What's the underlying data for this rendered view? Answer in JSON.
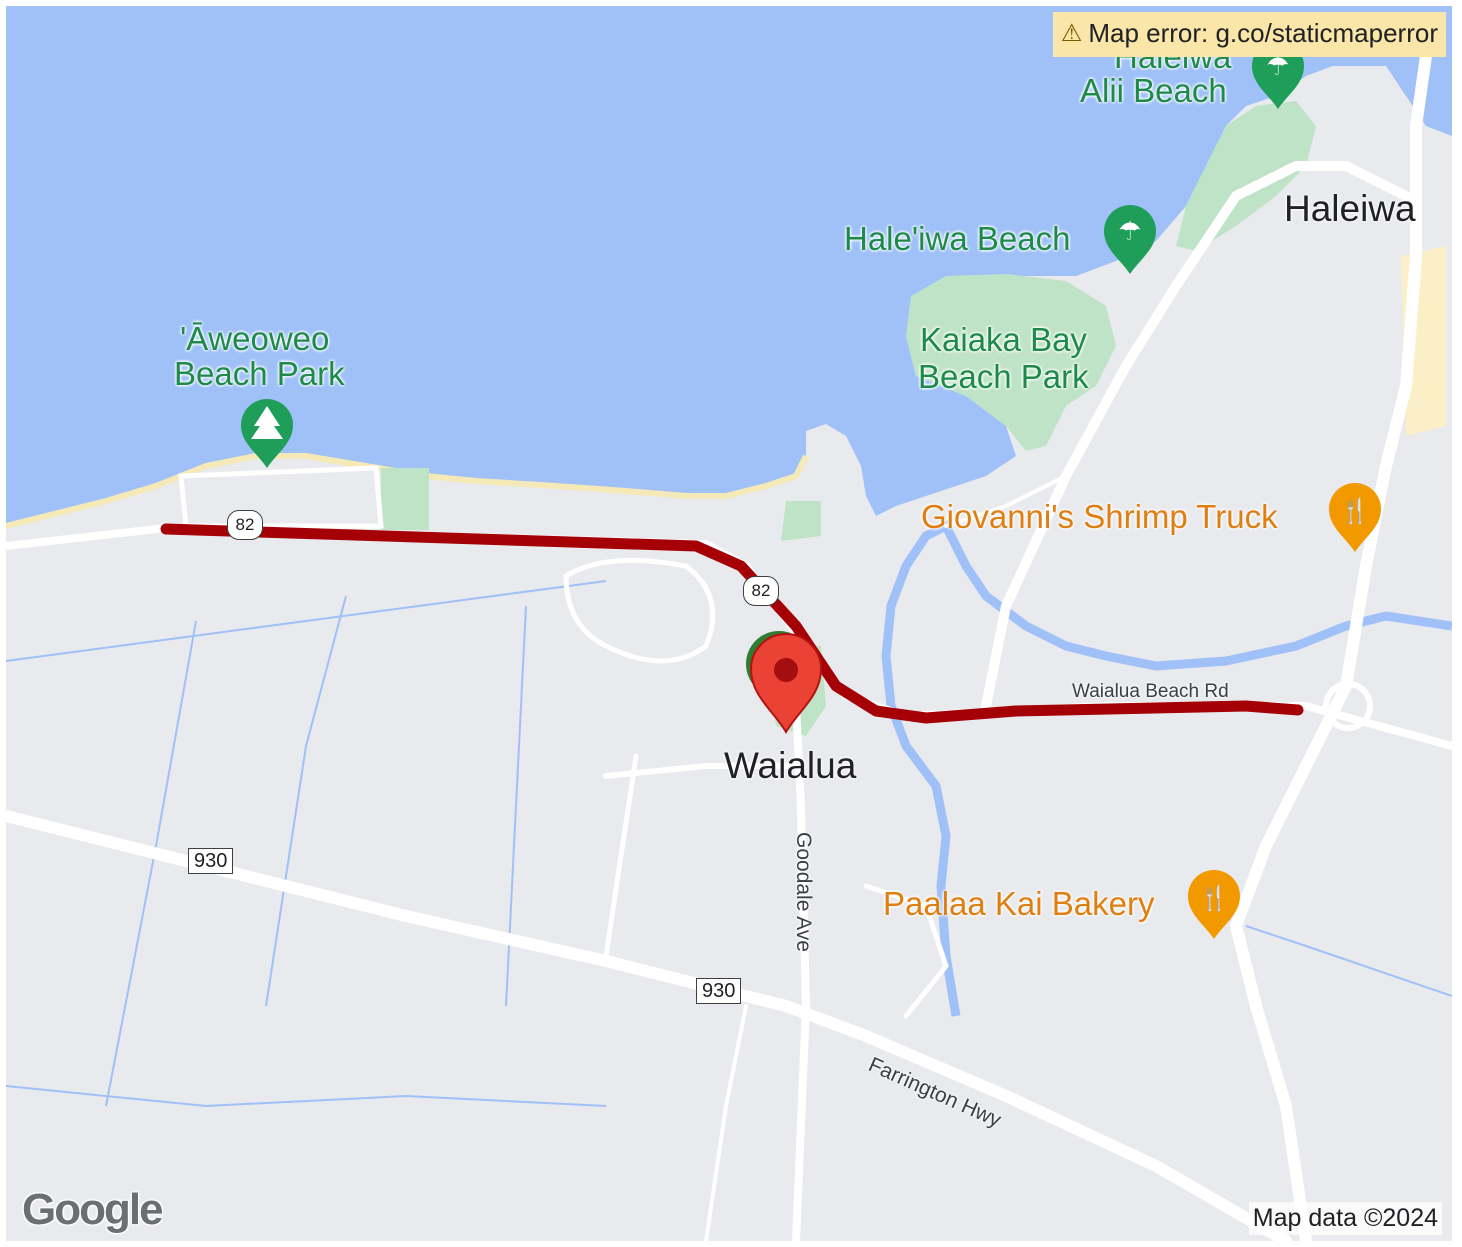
{
  "map": {
    "error_text": "Map error: g.co/staticmaperror",
    "attribution": "Map data ©2024",
    "logo": "Google",
    "colors": {
      "water": "#9fc1f7",
      "land": "#e9eaee",
      "park": "#bfe3c6",
      "route": "#a50006",
      "marker": "#ea4335",
      "poi_green": "#1e8a4a",
      "poi_orange": "#f29900"
    },
    "places": {
      "haleiwa_alii_line1": "Haleiwa",
      "haleiwa_alii_line2": "Alii Beach",
      "haleiwa_beach": "Hale'iwa Beach",
      "haleiwa_town": "Haleiwa",
      "kaiaka_line1": "Kaiaka Bay",
      "kaiaka_line2": "Beach Park",
      "aweoweo_line1": "'Āweoweo",
      "aweoweo_line2": "Beach Park",
      "giovannis": "Giovanni's Shrimp Truck",
      "waialua": "Waialua",
      "paalaa": "Paalaa Kai Bakery"
    },
    "roads": {
      "goodale": "Goodale Ave",
      "farrington": "Farrington Hwy",
      "waialua_beach_rd": "Waialua Beach Rd",
      "shield_930_a": "930",
      "shield_930_b": "930",
      "shield_82_a": "82",
      "shield_82_b": "82"
    },
    "icons": {
      "error": "warning-icon",
      "beach": "beach-umbrella-icon",
      "park": "tree-icon",
      "restaurant": "fork-knife-icon",
      "marker": "map-pin-icon"
    }
  }
}
